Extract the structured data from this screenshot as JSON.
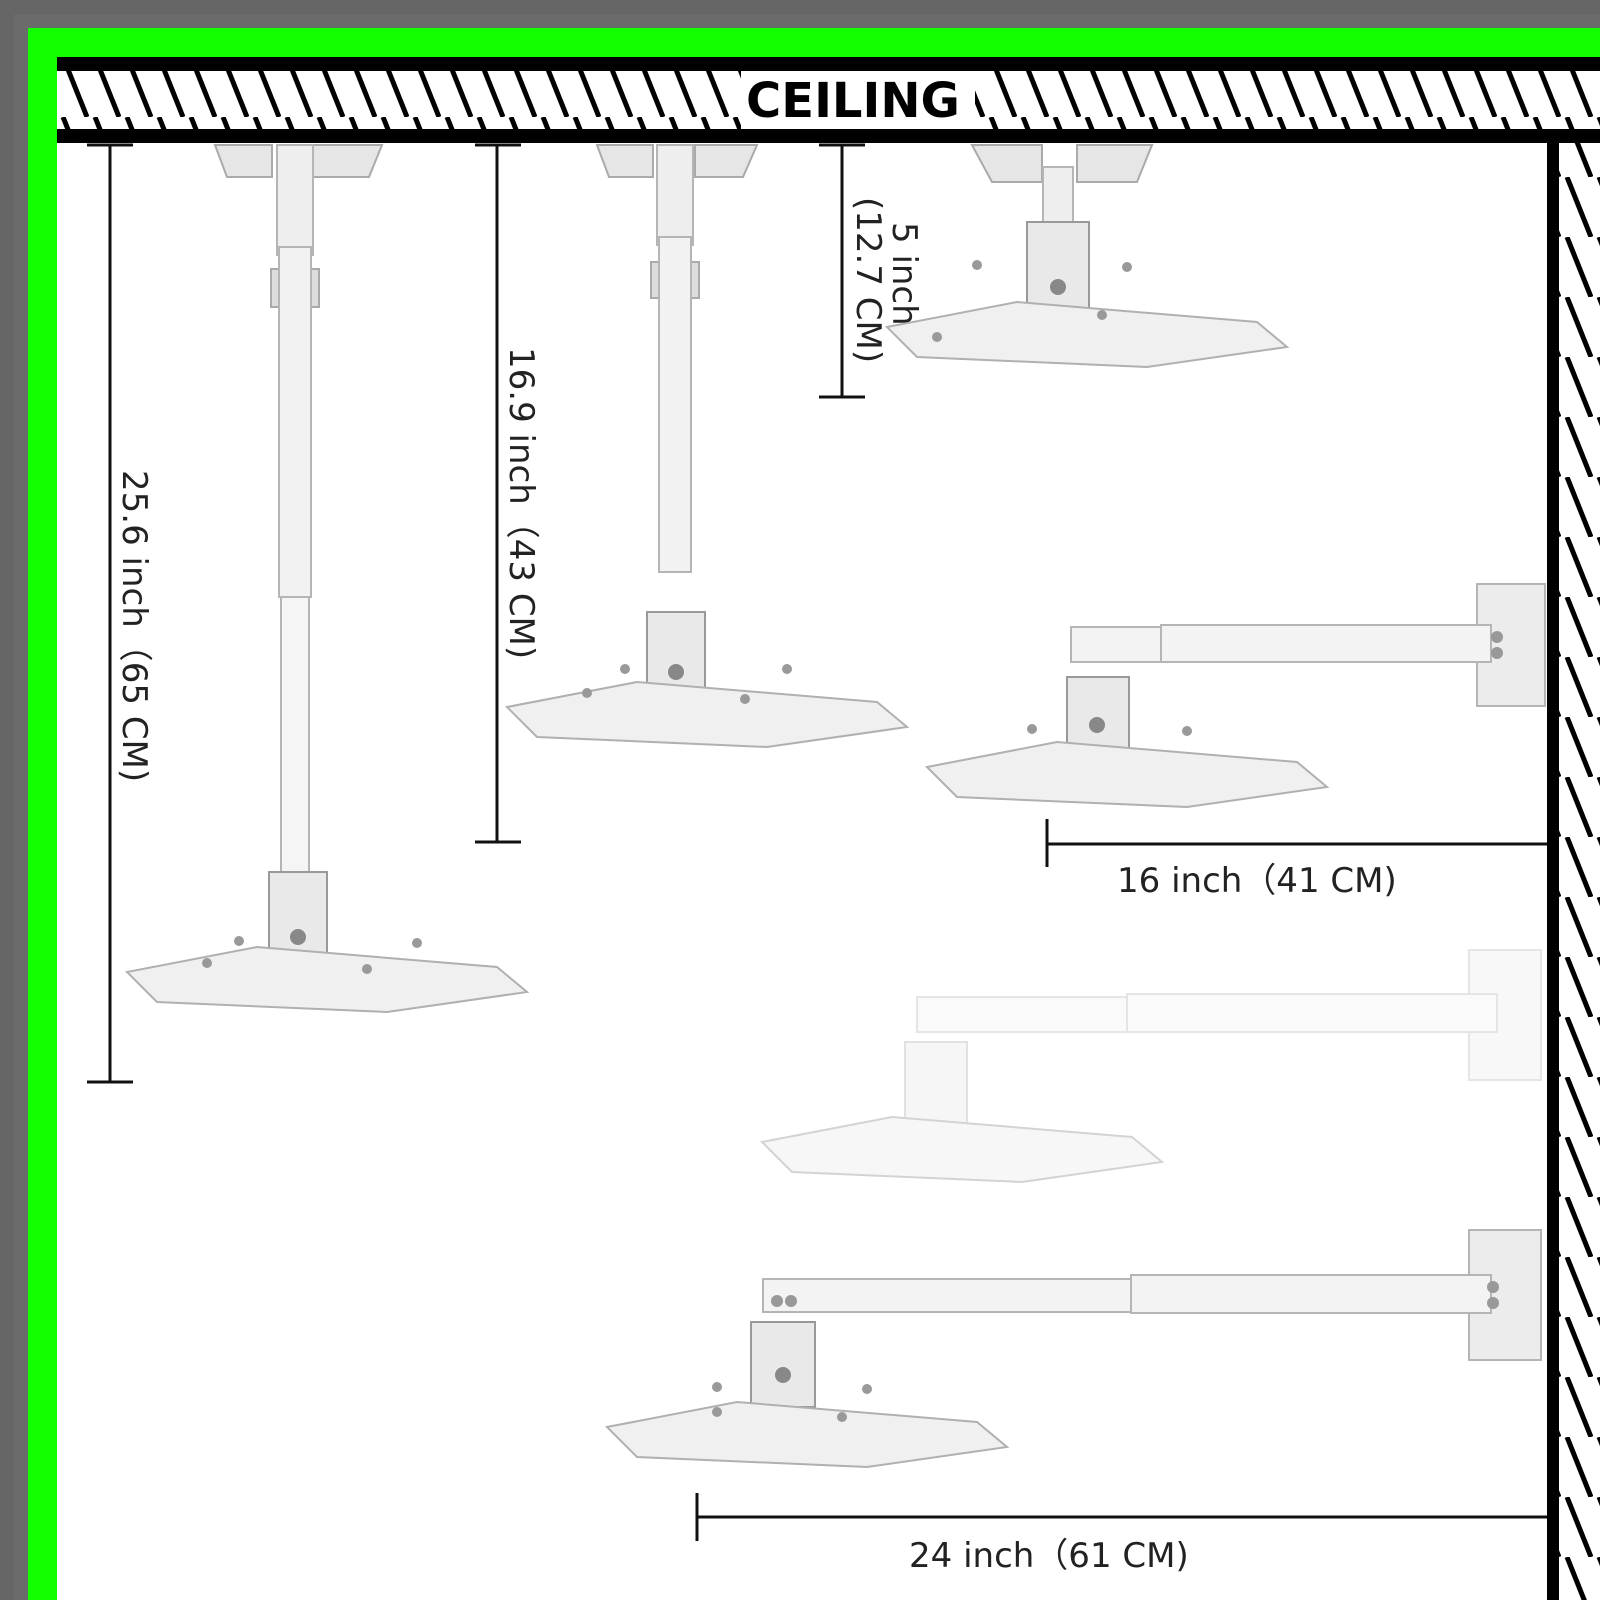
{
  "ceiling_label": "CEILING",
  "dimensions": {
    "pole_long": "25.6 inch（65 CM)",
    "pole_medium": "16.9 inch（43 CM)",
    "pole_short_inch": "5 inch",
    "pole_short_cm": "(12.7 CM)",
    "arm_short": "16 inch（41 CM)",
    "arm_long": "24 inch（61 CM)"
  },
  "colors": {
    "frame": "#6b6b6b",
    "border": "#12ff00",
    "background": "#ffffff",
    "mount": "#ececec",
    "mount_outline": "#b5b5b5",
    "line": "#111111"
  }
}
